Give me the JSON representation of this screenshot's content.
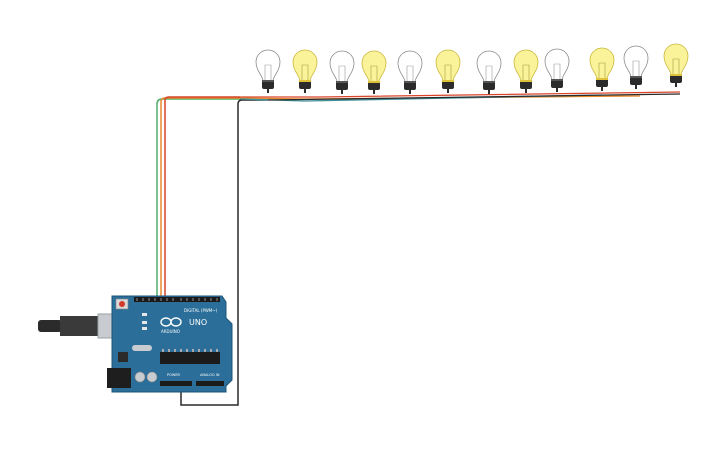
{
  "circuit": {
    "board": {
      "logo_text": "ARDUINO",
      "model_text": "UNO",
      "digital_header_label": "DIGITAL (PWM~)",
      "power_label": "POWER",
      "analog_label": "ANALOG IN",
      "colors": {
        "board": "#2a6e99",
        "header": "#1b1b1b",
        "usb": "#c8ccd0",
        "reset": "#d23a2a"
      }
    },
    "bulbs": [
      {
        "state": "off"
      },
      {
        "state": "on"
      },
      {
        "state": "off"
      },
      {
        "state": "on"
      },
      {
        "state": "off"
      },
      {
        "state": "on"
      },
      {
        "state": "off"
      },
      {
        "state": "on"
      },
      {
        "state": "off"
      },
      {
        "state": "on"
      },
      {
        "state": "off"
      },
      {
        "state": "on"
      }
    ],
    "bulb_colors": {
      "on_fill": "#fbf39a",
      "on_stroke": "#c9b73b",
      "off_fill": "#ffffff",
      "off_stroke": "#8a8a8a",
      "base": "#2b2b2b"
    },
    "wire_colors": {
      "red": "#d9442b",
      "orange": "#e8892b",
      "green": "#4fae6b",
      "teal": "#3f8f9a",
      "black": "#2a2a2a"
    }
  }
}
